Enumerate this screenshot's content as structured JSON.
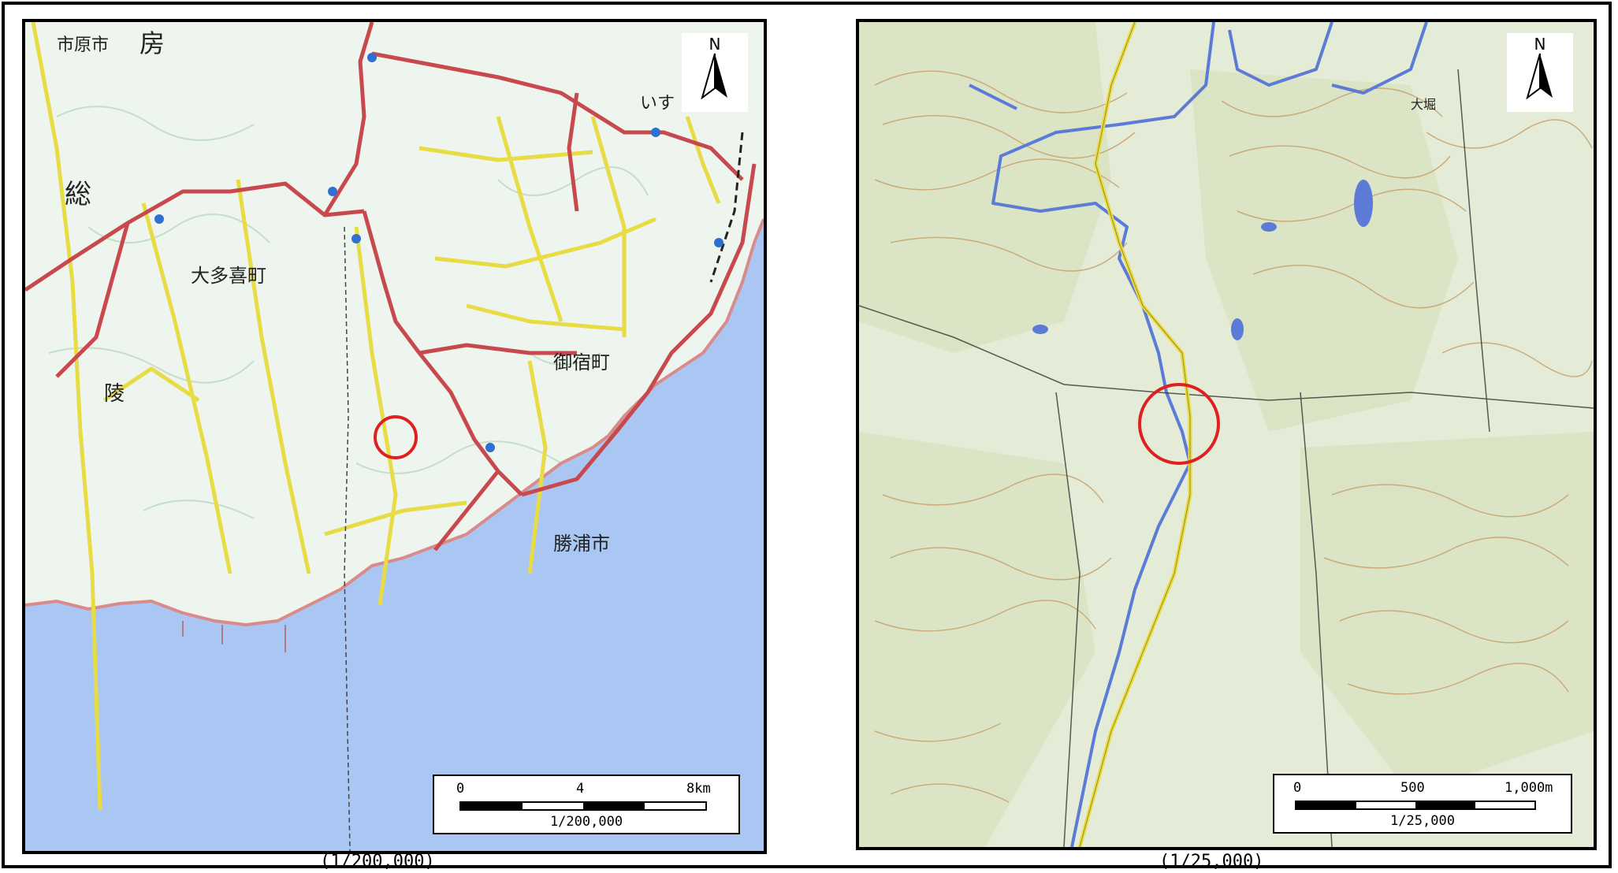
{
  "left_map": {
    "north_label": "N",
    "scale": {
      "ticks": [
        "0",
        "4",
        "8km"
      ],
      "ratio": "1/200,000"
    },
    "caption": "(1/200,000)",
    "place_labels": {
      "ichihara": "市原市",
      "bo": "房",
      "so": "総",
      "otaki": "大多喜町",
      "kyo": "陵",
      "onjuku": "御宿町",
      "katsuura": "勝浦市",
      "isumi": "いす"
    },
    "colors": {
      "sea": "#a9c7f2",
      "land": "#eef4ee",
      "national_road": "#c8494d",
      "prefectural_road": "#e8dc44",
      "marker": "#e02020"
    }
  },
  "right_map": {
    "north_label": "N",
    "scale": {
      "ticks": [
        "0",
        "500",
        "1,000m"
      ],
      "ratio": "1/25,000"
    },
    "caption": "(1/25,000)",
    "place_labels": {
      "owari": "大堀"
    },
    "colors": {
      "land": "#e4ecd7",
      "contour": "#c9a06b",
      "river": "#5b7bd6",
      "road": "#e8dc44",
      "marker": "#e02020"
    }
  }
}
